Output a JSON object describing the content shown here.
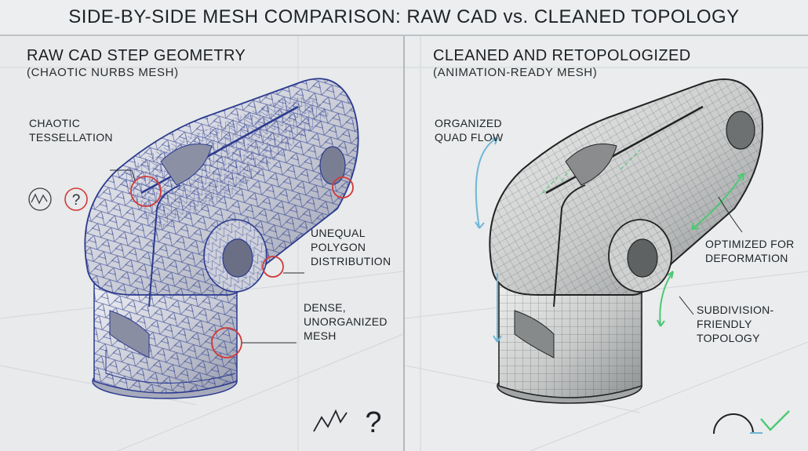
{
  "title": "SIDE-BY-SIDE MESH COMPARISON: RAW CAD vs. CLEANED TOPOLOGY",
  "left": {
    "heading": "RAW CAD STEP GEOMETRY",
    "subheading": "(CHAOTIC NURBS MESH)",
    "callouts": {
      "chaotic": "CHAOTIC\nTESSELLATION",
      "unequal": "UNEQUAL\nPOLYGON\nDISTRIBUTION",
      "dense": "DENSE,\nUNORGANIZED\nMESH"
    },
    "question_glyph": "?",
    "colors": {
      "mesh": "#2b3a8f",
      "marker": "#d23a3a"
    }
  },
  "right": {
    "heading": "CLEANED AND RETOPOLOGIZED",
    "subheading": "(ANIMATION-READY MESH)",
    "callouts": {
      "quad": "ORGANIZED\nQUAD FLOW",
      "deform": "OPTIMIZED FOR\nDEFORMATION",
      "subdiv": "SUBDIVISION-\nFRIENDLY\nTOPOLOGY"
    },
    "colors": {
      "flow": "#6fb6d6",
      "green": "#4cc873"
    }
  }
}
